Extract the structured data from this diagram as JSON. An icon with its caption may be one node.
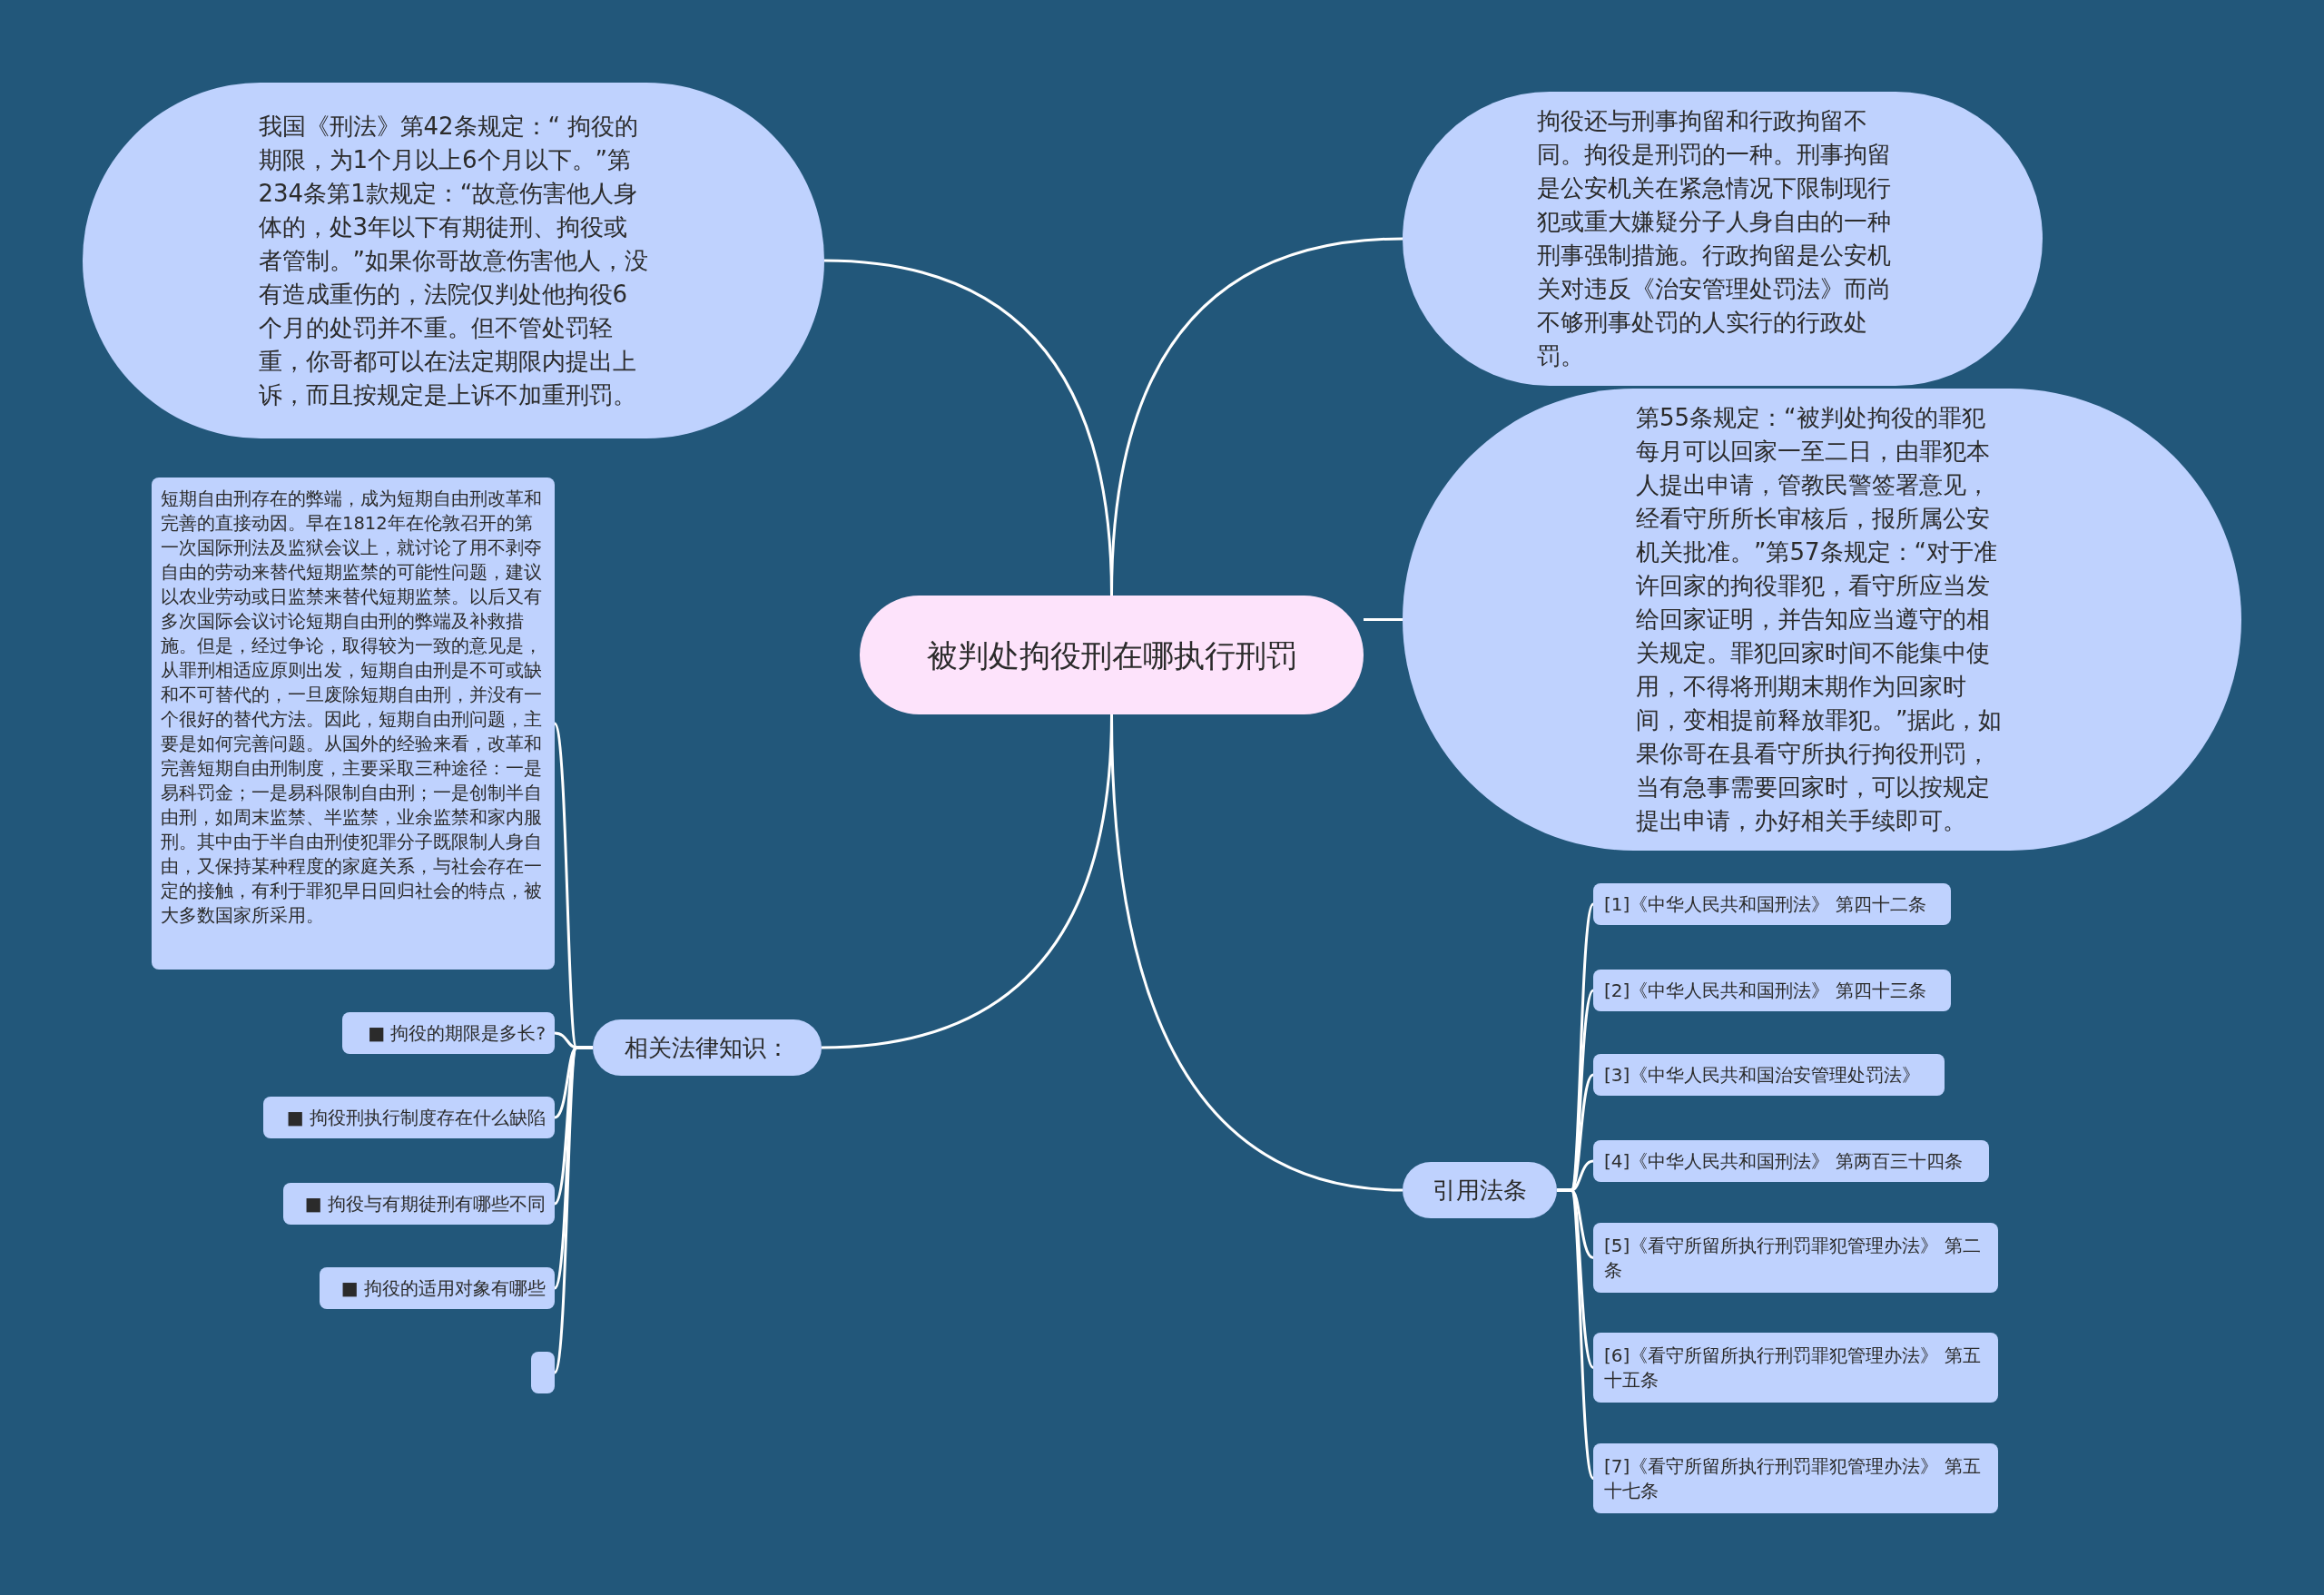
{
  "diagram": {
    "nodes": [
      {
        "text": [
          "被判处拘役刑在哪执行刑罚"
        ]
      },
      {
        "text": [
          "我国《刑法》第42条规定：“ 拘役的期限，为1个月以上6个月以下。”第234条第1款规定：“故意伤害他人身体的，处3年以下有期徒刑、拘役或者管制。”如果你哥故意伤害他人，没有造成重伤的，法院仅判处他拘役6个月的处罚并不重。但不管处罚轻重，你哥都可以在法定期限内提出上诉，而且按规定是上诉不加重刑罚。"
        ]
      },
      {
        "text": [
          "拘役还与刑事拘留和行政拘留不同。拘役是刑罚的一种。刑事拘留是公安机关在紧急情况下限制现行犯或重大嫌疑分子人身自由的一种刑事强制措施。行政拘留是公安机关对违反《治安管理处罚法》而尚不够刑事处罚的人实行的行政处罚。"
        ]
      },
      {
        "text": [
          "第55条规定：“被判处拘役的罪犯每月可以回家一至二日，由罪犯本人提出申请，管教民警签署意见，经看守所所长审核后，报所属公安机关批准。”第57条规定：“对于准许回家的拘役罪犯，看守所应当发给回家证明，并告知应当遵守的相关规定。罪犯回家时间不能集中使用，不得将刑期末期作为回家时间，变相提前释放罪犯。”据此，如果你哥在县看守所执行拘役刑罚，当有急事需要回家时，可以按规定提出申请，办好相关手续即可。"
        ]
      },
      {
        "text": [
          "相关法律知识："
        ]
      },
      {
        "text": [
          "短期自由刑存在的弊端，成为短期自由刑改革和完善的直接动因。早在1812年在伦敦召开的第一次国际刑法及监狱会议上，就讨论了用不剥夺自由的劳动来替代短期监禁的可能性问题，建议以农业劳动或日监禁来替代短期监禁。以后又有多次国际会议讨论短期自由刑的弊端及补救措施。但是，经过争论，取得较为一致的意见是，从罪刑相适应原则出发，短期自由刑是不可或缺和不可替代的，一旦废除短期自由刑，并没有一个很好的替代方法。因此，短期自由刑问题，主要是如何完善问题。从国外的经验来看，改革和完善短期自由刑制度，主要采取三种途径：一是易科罚金；一是易科限制自由刑；一是创制半自由刑，如周末监禁、半监禁，业余监禁和家内服刑。其中由于半自由刑使犯罪分子既限制人身自由，又保持某种程度的家庭关系，与社会存在一定的接触，有利于罪犯早日回归社会的特点，被大多数国家所采用。"
        ]
      },
      {
        "text": [
          "■ 拘役的期限是多长?"
        ]
      },
      {
        "text": [
          "■ 拘役刑执行制度存在什么缺陷"
        ]
      },
      {
        "text": [
          "■ 拘役与有期徒刑有哪些不同"
        ]
      },
      {
        "text": [
          "■ 拘役的适用对象有哪些"
        ]
      },
      {
        "text": [],
        "shape": "box"
      },
      {
        "text": [
          "引用法条"
        ]
      },
      {
        "text": [
          "[1]《中华人民共和国刑法》 第四十二条"
        ]
      },
      {
        "text": [
          "[2]《中华人民共和国刑法》 第四十三条"
        ]
      },
      {
        "text": [
          "[3]《中华人民共和国治安管理处罚法》"
        ]
      },
      {
        "text": [
          "[4]《中华人民共和国刑法》 第两百三十四条"
        ]
      },
      {
        "text": [
          "[5]《看守所留所执行刑罚罪犯管理办法》 第二条"
        ]
      },
      {
        "text": [
          "[6]《看守所留所执行刑罚罪犯管理办法》 第五十五条"
        ]
      },
      {
        "text": [
          "[7]《看守所留所执行刑罚罪犯管理办法》 第五十七条"
        ]
      }
    ],
    "edges": [
      {
        "from": 0,
        "to": 1,
        "arrow": "none"
      },
      {
        "from": 0,
        "to": 2,
        "arrow": "none"
      },
      {
        "from": 0,
        "to": 3,
        "arrow": "none"
      },
      {
        "from": 0,
        "to": 4,
        "arrow": "none"
      },
      {
        "from": 0,
        "to": 11,
        "arrow": "none"
      },
      {
        "from": 4,
        "to": 5,
        "arrow": "none"
      },
      {
        "from": 4,
        "to": 6,
        "arrow": "none"
      },
      {
        "from": 4,
        "to": 7,
        "arrow": "none"
      },
      {
        "from": 4,
        "to": 8,
        "arrow": "none"
      },
      {
        "from": 4,
        "to": 9,
        "arrow": "none"
      },
      {
        "from": 4,
        "to": 10,
        "arrow": "none"
      },
      {
        "from": 11,
        "to": 12,
        "arrow": "none"
      },
      {
        "from": 11,
        "to": 13,
        "arrow": "none"
      },
      {
        "from": 11,
        "to": 14,
        "arrow": "none"
      },
      {
        "from": 11,
        "to": 15,
        "arrow": "none"
      },
      {
        "from": 11,
        "to": 16,
        "arrow": "none"
      },
      {
        "from": 11,
        "to": 17,
        "arrow": "none"
      },
      {
        "from": 11,
        "to": 18,
        "arrow": "none"
      }
    ]
  }
}
